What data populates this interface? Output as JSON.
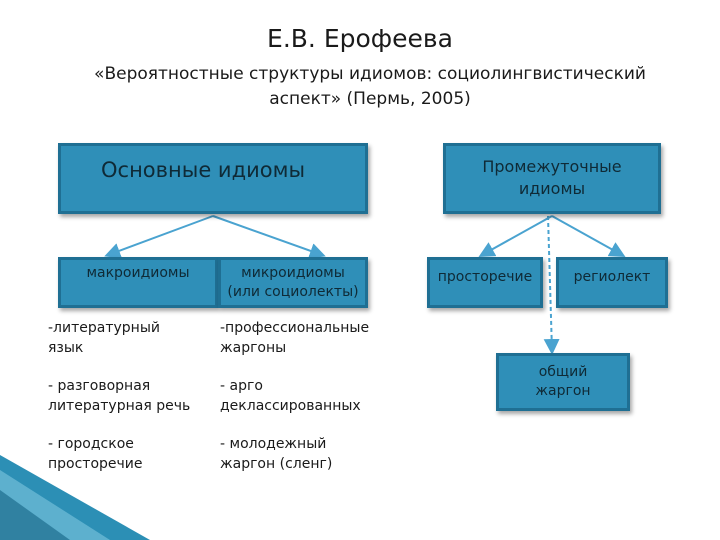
{
  "header": {
    "author": "Е.В. Ерофеева",
    "work_line1": "«Вероятностные структуры идиомов: социолингвистический",
    "work_line2": "аспект» (Пермь, 2005)"
  },
  "boxes": {
    "main": "Основные идиомы",
    "intermediate_line1": "Промежуточные",
    "intermediate_line2": "идиомы",
    "macro": "макроидиомы",
    "micro_line1": "микроидиомы",
    "micro_line2": "(или социолекты)",
    "prostorechie": "просторечие",
    "regiolect": "региолект",
    "jargon_line1": "общий",
    "jargon_line2": "жаргон"
  },
  "macro_list": [
    {
      "line1": "-литературный",
      "line2": "язык"
    },
    {
      "line1": "- разговорная",
      "line2": "литературная речь"
    },
    {
      "line1": "- городское",
      "line2": "просторечие"
    }
  ],
  "micro_list": [
    {
      "line1": "-профессиональные",
      "line2": "жаргоны"
    },
    {
      "line1": "- арго",
      "line2": "деклассированных"
    },
    {
      "line1": "- молодежный",
      "line2": "жаргон (сленг)"
    }
  ],
  "colors": {
    "box_fill": "#2f8fb8",
    "box_border": "#1f6f93",
    "arrow": "#4aa3d0"
  }
}
